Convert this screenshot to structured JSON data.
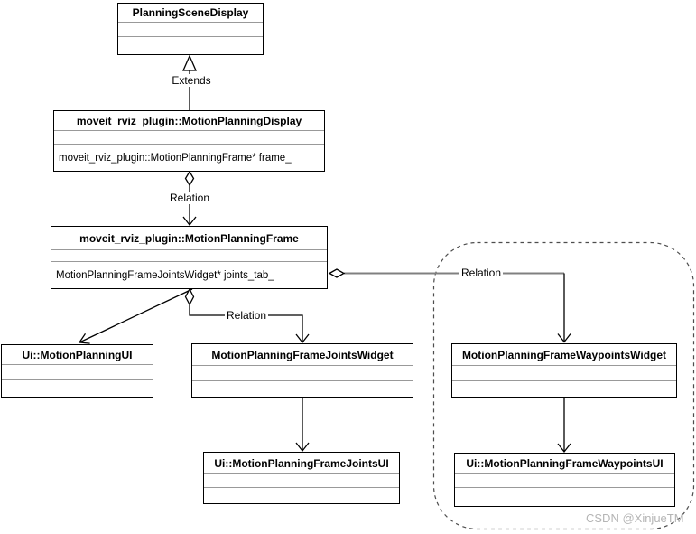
{
  "diagram": {
    "type": "uml-class-diagram",
    "classes": [
      {
        "id": "planning-scene-display",
        "name": "PlanningSceneDisplay",
        "attributes": []
      },
      {
        "id": "motion-planning-display",
        "name": "moveit_rviz_plugin::MotionPlanningDisplay",
        "attributes": [
          "moveit_rviz_plugin::MotionPlanningFrame* frame_"
        ]
      },
      {
        "id": "motion-planning-frame",
        "name": "moveit_rviz_plugin::MotionPlanningFrame",
        "attributes": [
          "MotionPlanningFrameJointsWidget* joints_tab_"
        ]
      },
      {
        "id": "ui-motion-planning-ui",
        "name": "Ui::MotionPlanningUI",
        "attributes": []
      },
      {
        "id": "motion-planning-frame-joints-widget",
        "name": "MotionPlanningFrameJointsWidget",
        "attributes": []
      },
      {
        "id": "ui-motion-planning-frame-joints-ui",
        "name": "Ui::MotionPlanningFrameJointsUI",
        "attributes": []
      },
      {
        "id": "motion-planning-frame-waypoints-widget",
        "name": "MotionPlanningFrameWaypointsWidget",
        "attributes": []
      },
      {
        "id": "ui-motion-planning-frame-waypoints-ui",
        "name": "Ui::MotionPlanningFrameWaypointsUI",
        "attributes": []
      }
    ],
    "edges": [
      {
        "type": "generalization",
        "label": "Extends",
        "from": "moveit_rviz_plugin::MotionPlanningDisplay",
        "to": "PlanningSceneDisplay"
      },
      {
        "type": "aggregation",
        "label": "Relation",
        "from": "moveit_rviz_plugin::MotionPlanningDisplay",
        "to": "moveit_rviz_plugin::MotionPlanningFrame"
      },
      {
        "type": "aggregation",
        "label": "",
        "from": "moveit_rviz_plugin::MotionPlanningFrame",
        "to": "Ui::MotionPlanningUI"
      },
      {
        "type": "aggregation",
        "label": "Relation",
        "from": "moveit_rviz_plugin::MotionPlanningFrame",
        "to": "MotionPlanningFrameJointsWidget"
      },
      {
        "type": "aggregation",
        "label": "Relation",
        "from": "moveit_rviz_plugin::MotionPlanningFrame",
        "to": "MotionPlanningFrameWaypointsWidget"
      },
      {
        "type": "association",
        "label": "",
        "from": "MotionPlanningFrameJointsWidget",
        "to": "Ui::MotionPlanningFrameJointsUI"
      },
      {
        "type": "association",
        "label": "",
        "from": "MotionPlanningFrameWaypointsWidget",
        "to": "Ui::MotionPlanningFrameWaypointsUI"
      }
    ],
    "labels": {
      "extends": "Extends",
      "relation_display_to_frame": "Relation",
      "relation_frame_to_joints": "Relation",
      "relation_frame_to_waypoints": "Relation"
    },
    "colors": {
      "line": "#000000",
      "divider": "#999999",
      "highlight_line": "#808080",
      "dashed_border": "#4d4d4d",
      "watermark": "#b5b5b5"
    },
    "watermark": "CSDN @XinjueTM"
  }
}
